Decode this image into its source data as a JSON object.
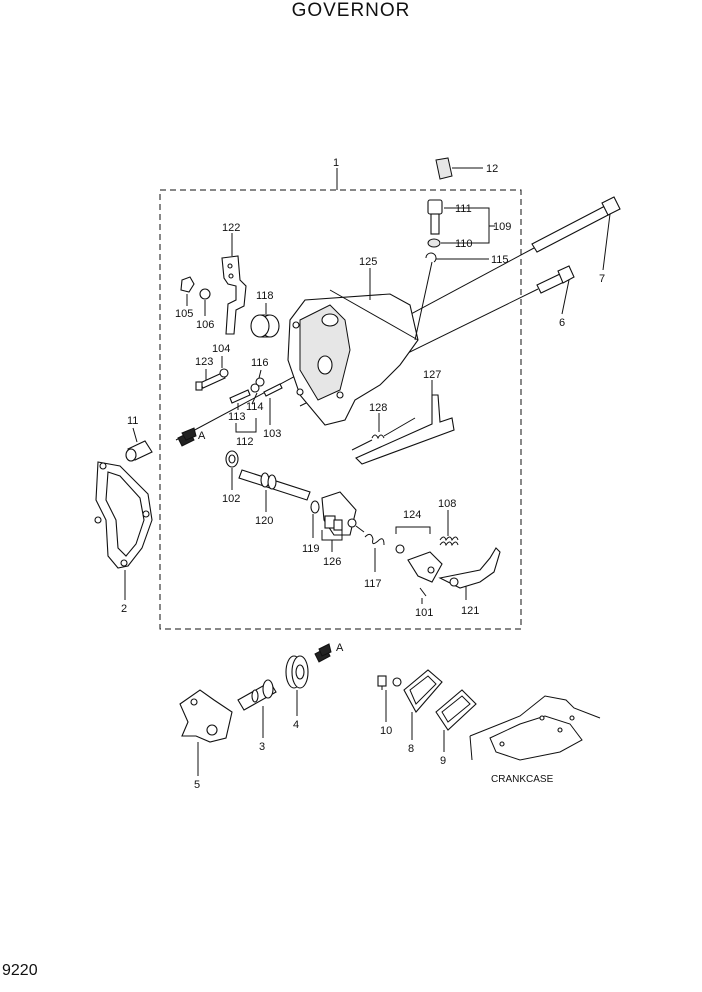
{
  "title": "GOVERNOR",
  "page_number": "9220",
  "labels": {
    "l1": "1",
    "l2": "2",
    "l3": "3",
    "l4": "4",
    "l5": "5",
    "l6": "6",
    "l7": "7",
    "l8": "8",
    "l9": "9",
    "l10": "10",
    "l11": "11",
    "l12": "12",
    "l101": "101",
    "l102": "102",
    "l103": "103",
    "l104": "104",
    "l105": "105",
    "l106": "106",
    "l108": "108",
    "l109": "109",
    "l110": "110",
    "l111": "111",
    "l112": "112",
    "l113": "113",
    "l114": "114",
    "l115": "115",
    "l116": "116",
    "l117": "117",
    "l118": "118",
    "l119": "119",
    "l120": "120",
    "l121": "121",
    "l122": "122",
    "l123": "123",
    "l124": "124",
    "l125": "125",
    "l126": "126",
    "l127": "127",
    "l128": "128",
    "view_a_top": "A",
    "view_a_bottom": "A",
    "crankcase": "CRANKCASE"
  }
}
